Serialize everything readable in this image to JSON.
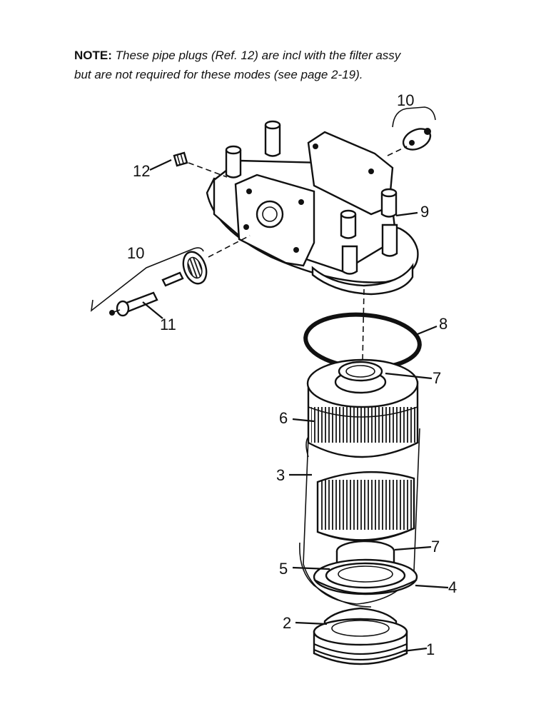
{
  "note": {
    "heading": "NOTE:",
    "line1": "These pipe plugs (Ref. 12) are incl with the filter assy",
    "line2": "but are not required for these modes (see page 2-19)."
  },
  "labels": {
    "ref10_top": "10",
    "ref12": "12",
    "ref9": "9",
    "ref10_left": "10",
    "ref11": "11",
    "ref8": "8",
    "ref7_top": "7",
    "ref6": "6",
    "ref3": "3",
    "ref7_bottom": "7",
    "ref5": "5",
    "ref4": "4",
    "ref2": "2",
    "ref1": "1"
  }
}
